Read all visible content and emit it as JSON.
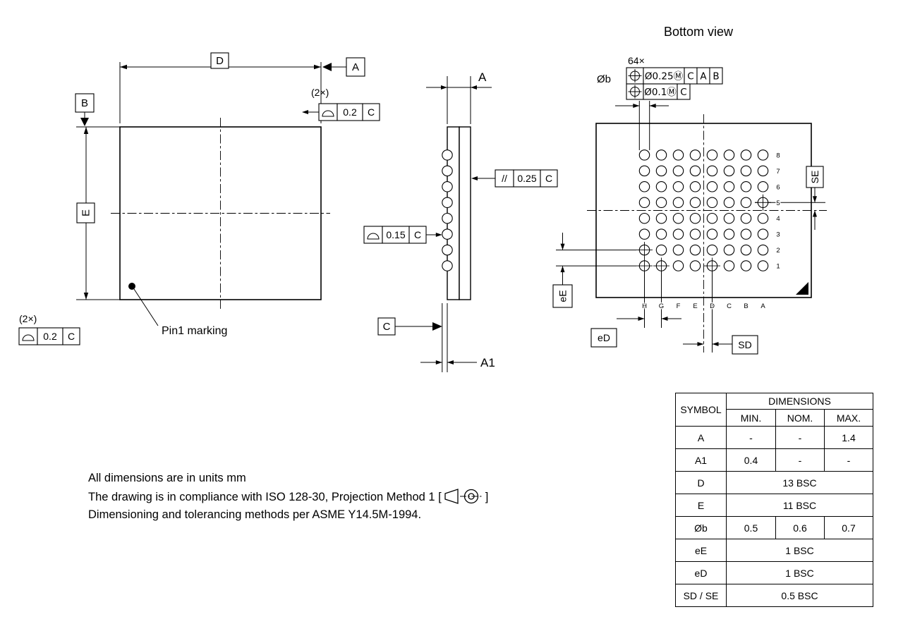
{
  "top_view": {
    "dim_d_label": "D",
    "dim_e_label": "E",
    "datum_a_label": "A",
    "datum_b_label": "B",
    "qty_top_label": "(2×)",
    "fcf_top": {
      "tolerance": "0.2",
      "datum": "C"
    },
    "qty_bottom_label": "(2×)",
    "fcf_bottom": {
      "tolerance": "0.2",
      "datum": "C"
    },
    "pin1_label": "Pin1 marking"
  },
  "side_view": {
    "dim_a_label": "A",
    "dim_a1_label": "A1",
    "datum_c_label": "C",
    "fcf_parallelism": {
      "symbol": "//",
      "tolerance": "0.25",
      "datum": "C"
    },
    "fcf_profile": {
      "tolerance": "0.15",
      "datum": "C"
    }
  },
  "bottom_view": {
    "title": "Bottom view",
    "ball_count_label": "64×",
    "ball_diameter_label": "Øb",
    "fcf_position_1": {
      "tolerance": "Ø0.25Ⓜ",
      "datum_1": "C",
      "datum_2": "A",
      "datum_3": "B"
    },
    "fcf_position_2": {
      "tolerance": "Ø0.1Ⓜ",
      "datum_1": "C"
    },
    "row_labels": [
      "8",
      "7",
      "6",
      "5",
      "4",
      "3",
      "2",
      "1"
    ],
    "col_labels": [
      "H",
      "G",
      "F",
      "E",
      "D",
      "C",
      "B",
      "A"
    ],
    "datum_target_balls": [
      "A5",
      "H2",
      "H1",
      "G1",
      "D1"
    ],
    "se_label": "SE",
    "ee_label": "eE",
    "ed_label": "eD",
    "sd_label": "SD"
  },
  "notes": {
    "line1": "All dimensions are in units mm",
    "line2_prefix": "The drawing is in compliance with ISO 128-30, Projection Method 1 [",
    "line2_suffix": "]",
    "line3": "Dimensioning and tolerancing methods per ASME Y14.5M-1994."
  },
  "table": {
    "symbol_header": "SYMBOL",
    "dimensions_header": "DIMENSIONS",
    "col_headers": [
      "MIN.",
      "NOM.",
      "MAX."
    ],
    "rows": [
      {
        "symbol": "A",
        "min": "-",
        "nom": "-",
        "max": "1.4"
      },
      {
        "symbol": "A1",
        "min": "0.4",
        "nom": "-",
        "max": "-"
      },
      {
        "symbol": "D",
        "merged": "13 BSC"
      },
      {
        "symbol": "E",
        "merged": "11 BSC"
      },
      {
        "symbol": "Øb",
        "min": "0.5",
        "nom": "0.6",
        "max": "0.7"
      },
      {
        "symbol": "eE",
        "merged": "1 BSC"
      },
      {
        "symbol": "eD",
        "merged": "1 BSC"
      },
      {
        "symbol": "SD / SE",
        "merged": "0.5 BSC"
      }
    ]
  }
}
